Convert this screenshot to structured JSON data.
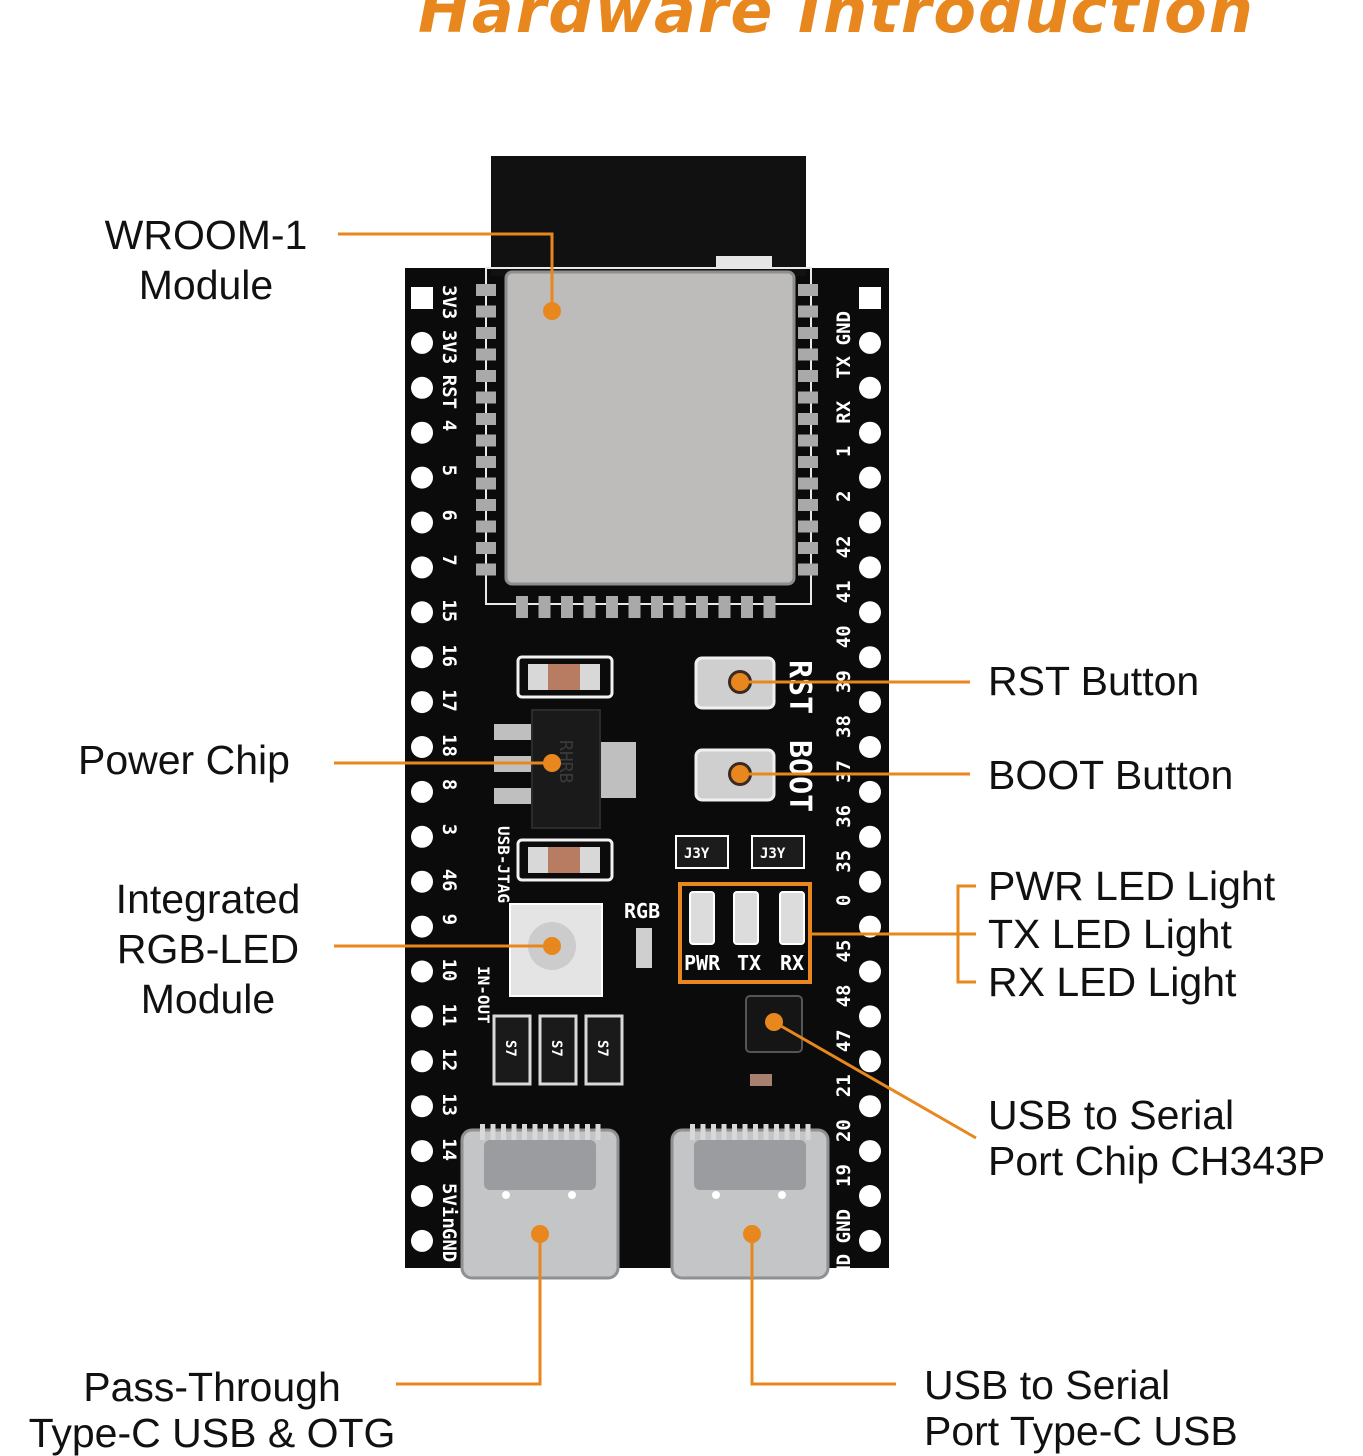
{
  "title": "Hardware Introduction",
  "colors": {
    "accent": "#e8871e",
    "pcb": "#0b0b0b",
    "silkscreen": "#ffffff",
    "module_shield": "#bdbcbb",
    "connector": "#c4c5c7"
  },
  "labels": {
    "wroom": [
      "WROOM-1",
      "Module"
    ],
    "power_chip": "Power Chip",
    "rgb_led": [
      "Integrated",
      "RGB-LED",
      "Module"
    ],
    "rst_button": "RST Button",
    "boot_button": "BOOT Button",
    "led_lights": [
      "PWR LED Light",
      "TX LED Light",
      "RX LED Light"
    ],
    "usb_serial_chip": [
      "USB to Serial",
      "Port Chip CH343P"
    ],
    "pass_through_usb": [
      "Pass-Through",
      "Type-C USB & OTG"
    ],
    "usb_serial_port": [
      "USB to Serial",
      "Port Type-C USB"
    ]
  },
  "board": {
    "left_pins": [
      "3V3",
      "3V3",
      "RST",
      "4",
      "5",
      "6",
      "7",
      "15",
      "16",
      "17",
      "18",
      "8",
      "3",
      "46",
      "9",
      "10",
      "11",
      "12",
      "13",
      "14",
      "5Vin",
      "GND"
    ],
    "right_pins": [
      "GND",
      "TX",
      "RX",
      "1",
      "2",
      "42",
      "41",
      "40",
      "39",
      "38",
      "37",
      "36",
      "35",
      "0",
      "45",
      "48",
      "47",
      "21",
      "20",
      "19",
      "GND",
      "GND"
    ],
    "silkscreen": {
      "rst": "RST",
      "boot": "BOOT",
      "rgb": "RGB",
      "pwr": "PWR",
      "tx": "TX",
      "rx": "RX",
      "usb_jtag": "USB-JTAG",
      "in_out": "IN-OUT",
      "regulator_marking": "RHRB",
      "transistor_marking": "J3Y",
      "diode_marking": "S7"
    }
  }
}
